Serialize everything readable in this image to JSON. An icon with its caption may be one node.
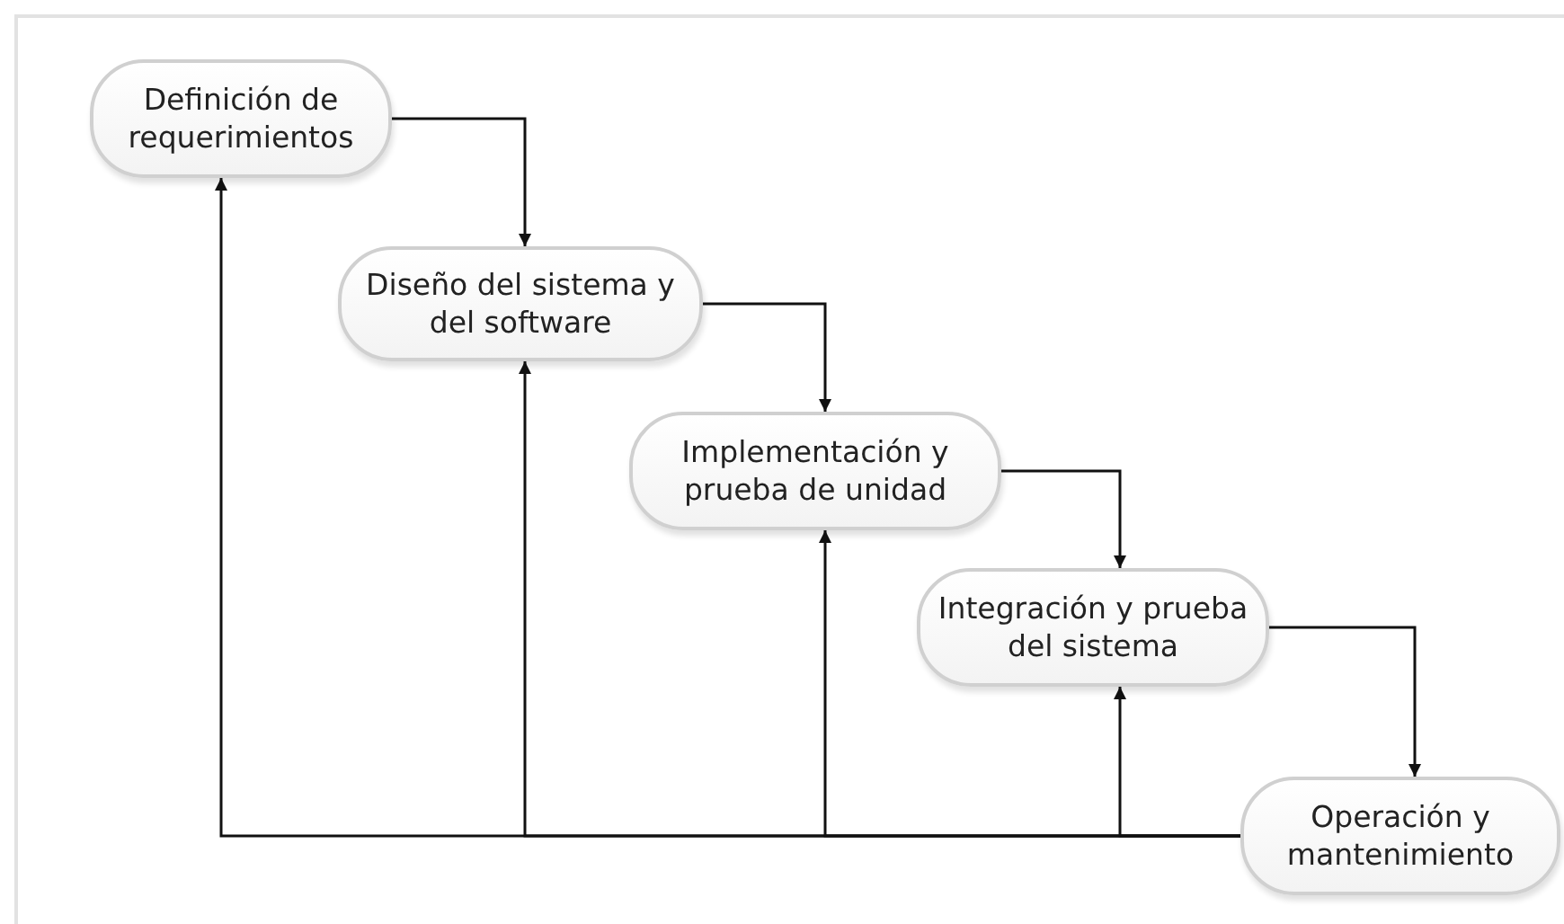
{
  "diagram": {
    "nodes": [
      {
        "text": [
          "Definición de requerimientos"
        ]
      },
      {
        "text": [
          "Diseño del sistema y del software"
        ]
      },
      {
        "text": [
          "Implementación y prueba de unidad"
        ]
      },
      {
        "text": [
          "Integración y prueba del sistema"
        ]
      },
      {
        "text": [
          "Operación y mantenimiento"
        ]
      }
    ],
    "edges": [
      {
        "from": 0,
        "to": 1,
        "arrow": "to"
      },
      {
        "from": 1,
        "to": 2,
        "arrow": "to"
      },
      {
        "from": 2,
        "to": 3,
        "arrow": "to"
      },
      {
        "from": 3,
        "to": 4,
        "arrow": "to"
      },
      {
        "from": 4,
        "to": 0,
        "arrow": "to"
      },
      {
        "from": 4,
        "to": 1,
        "arrow": "to"
      },
      {
        "from": 4,
        "to": 2,
        "arrow": "to"
      },
      {
        "from": 4,
        "to": 3,
        "arrow": "to"
      }
    ]
  }
}
